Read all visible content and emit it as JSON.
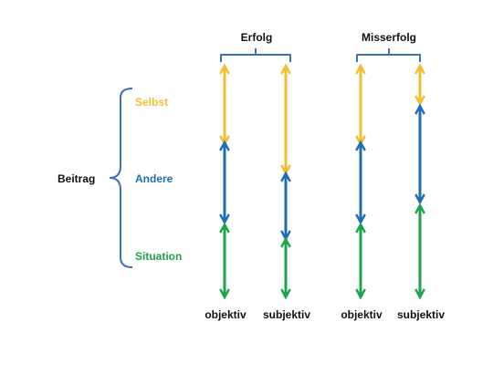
{
  "colors": {
    "selbst": "#F2BE2E",
    "andere": "#1F6DB5",
    "situation": "#1DA34A",
    "bracket": "#3E72B6",
    "text": "#111111"
  },
  "labels": {
    "erfolg": "Erfolg",
    "misserfolg": "Misserfolg",
    "beitrag": "Beitrag",
    "selbst": "Selbst",
    "andere": "Andere",
    "situation": "Situation",
    "objektiv_1": "objektiv",
    "subjektiv_1": "subjektiv",
    "objektiv_2": "objektiv",
    "subjektiv_2": "subjektiv"
  },
  "icons": {
    "arrow": "double-headed-arrow-icon",
    "brace": "curly-brace"
  }
}
